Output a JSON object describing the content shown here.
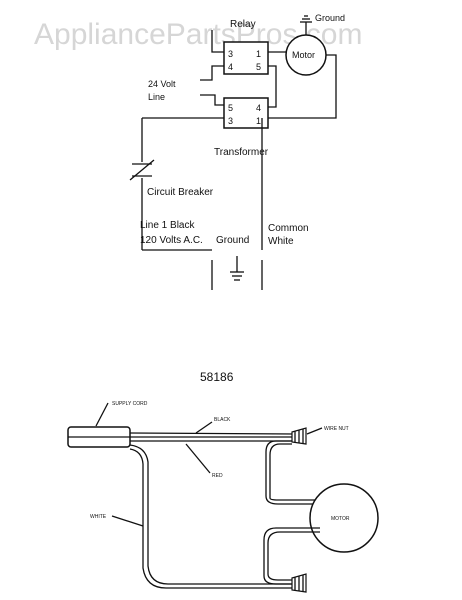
{
  "watermark": "AppliancePartsPros.com",
  "schematic": {
    "relay": {
      "label": "Relay",
      "terminals": [
        "3",
        "1",
        "4",
        "5"
      ]
    },
    "ground_top": "Ground",
    "motor": "Motor",
    "low_voltage_line": [
      "24 Volt",
      "Line"
    ],
    "transformer": {
      "label": "Transformer",
      "terminals": [
        "5",
        "4",
        "3",
        "1"
      ]
    },
    "circuit_breaker": "Circuit Breaker",
    "line1": [
      "Line 1 Black",
      "120 Volts A.C."
    ],
    "ground_bottom": "Ground",
    "common": [
      "Common",
      "White"
    ]
  },
  "pictorial": {
    "part_number": "58186",
    "supply_cord": "SUPPLY CORD",
    "black": "BLACK",
    "wire_nut": "WIRE NUT",
    "red": "RED",
    "white": "WHITE",
    "motor": "MOTOR"
  }
}
